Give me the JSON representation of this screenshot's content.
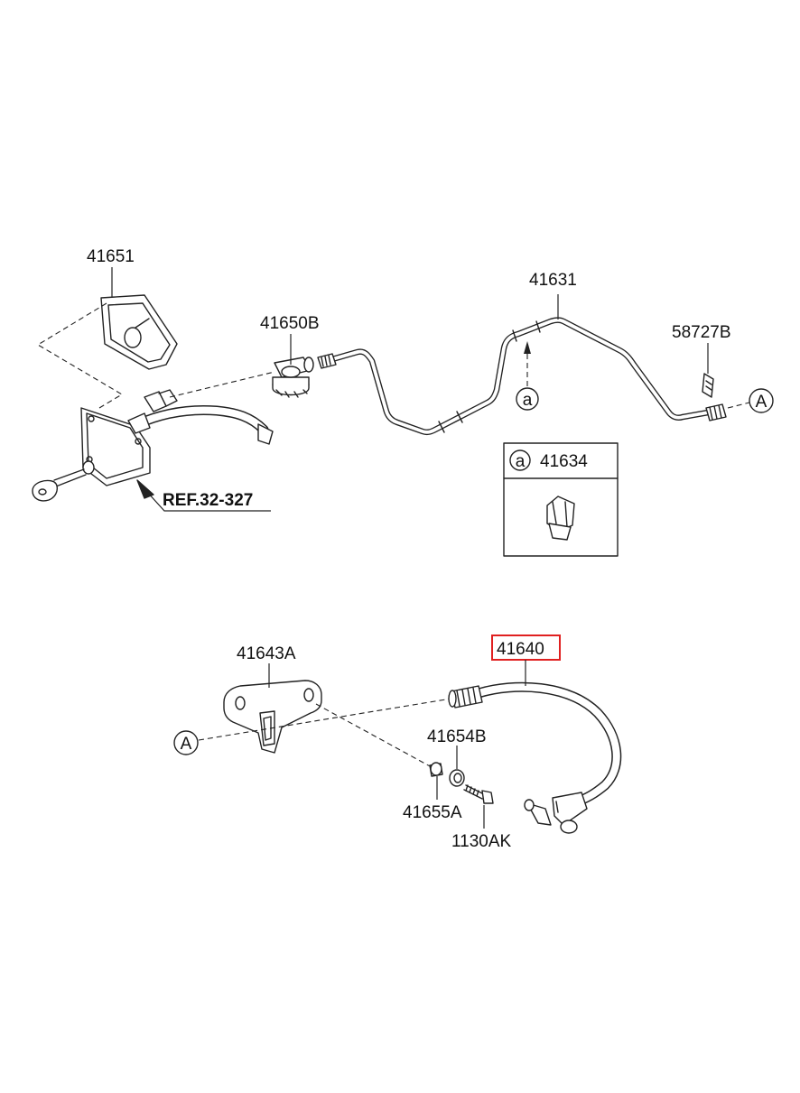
{
  "diagram": {
    "labels": {
      "p41651": "41651",
      "p41650B": "41650B",
      "p41631": "41631",
      "p58727B": "58727B",
      "ref": "REF.32-327",
      "p41634": "41634",
      "p41643A": "41643A",
      "p41640": "41640",
      "p41654B": "41654B",
      "p41655A": "41655A",
      "p1130AK": "1130AK"
    },
    "markers": {
      "circle_a": "a",
      "circle_A": "A"
    },
    "highlight_color": "#e02020"
  }
}
